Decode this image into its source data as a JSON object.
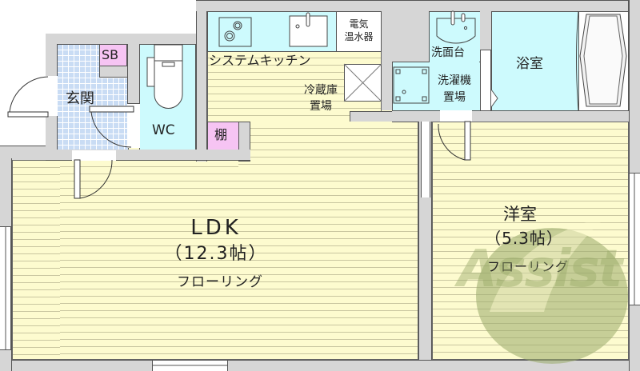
{
  "rooms": {
    "entrance": {
      "label": "玄関"
    },
    "shoe_box": {
      "label": "SB"
    },
    "toilet": {
      "label": "WC"
    },
    "kitchen": {
      "label": "システムキッチン"
    },
    "water_heater": {
      "line1": "電気",
      "line2": "温水器"
    },
    "fridge": {
      "line1": "冷蔵庫",
      "line2": "置場"
    },
    "shelf": {
      "label": "棚"
    },
    "washbasin": {
      "label": "洗面台"
    },
    "washer": {
      "line1": "洗濯機",
      "line2": "置場"
    },
    "bathroom": {
      "label": "浴室"
    },
    "ldk": {
      "name": "LDK",
      "size": "（12.3帖）",
      "floor": "フローリング"
    },
    "western_room": {
      "name": "洋室",
      "size": "（5.3帖）",
      "floor": "フローリング"
    }
  },
  "watermark": {
    "text": "Assist"
  },
  "colors": {
    "wall": "#d6d6d6",
    "floor": "#fdfbcf",
    "wet_area": "#cdfafd",
    "tile": "#c9dcf4",
    "storage": "#f6c4f3",
    "watermark": "#9aab6a"
  }
}
